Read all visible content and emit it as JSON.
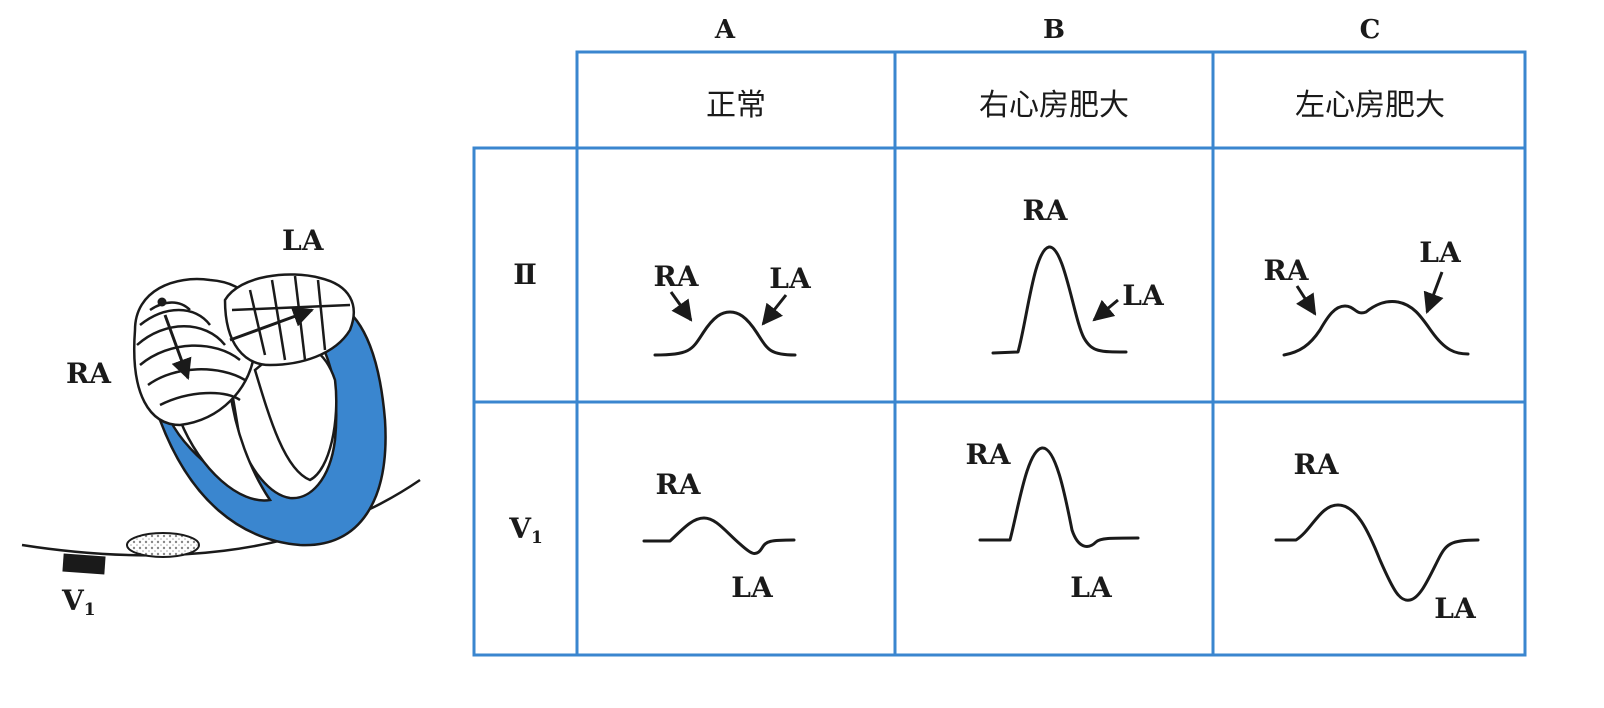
{
  "heart": {
    "la_label": "LA",
    "ra_label": "RA",
    "v1_label": "V",
    "v1_sub": "1"
  },
  "table": {
    "columns": [
      {
        "letter": "A",
        "title": "正常"
      },
      {
        "letter": "B",
        "title": "右心房肥大"
      },
      {
        "letter": "C",
        "title": "左心房肥大"
      }
    ],
    "rows": [
      {
        "label": "Ⅱ",
        "label_sub": ""
      },
      {
        "label": "V",
        "label_sub": "1"
      }
    ],
    "cells": {
      "II_A": {
        "ra": "RA",
        "la": "LA"
      },
      "II_B": {
        "ra": "RA",
        "la": "LA"
      },
      "II_C": {
        "ra": "RA",
        "la": "LA"
      },
      "V1_A": {
        "ra": "RA",
        "la": "LA"
      },
      "V1_B": {
        "ra": "RA",
        "la": "LA"
      },
      "V1_C": {
        "ra": "RA",
        "la": "LA"
      }
    }
  },
  "colors": {
    "grid": "#3a86cf",
    "ventricle": "#3a86cf",
    "ink": "#1a1a1a"
  }
}
